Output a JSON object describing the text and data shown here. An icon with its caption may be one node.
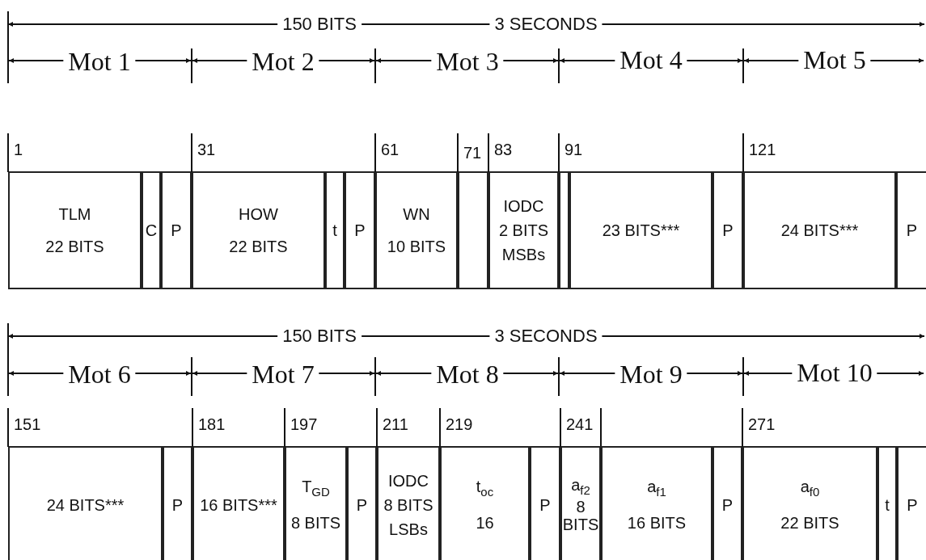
{
  "diagram": {
    "nodes": [
      {
        "text": [
          "TLM",
          "22 BITS"
        ],
        "beside": [
          "1"
        ]
      },
      {
        "text": [
          "C"
        ]
      },
      {
        "text": [
          "P"
        ]
      },
      {
        "text": [
          "HOW",
          "22 BITS"
        ],
        "beside": [
          "31"
        ]
      },
      {
        "text": [
          "t"
        ]
      },
      {
        "text": [
          "P"
        ]
      },
      {
        "text": [
          "WN",
          "10 BITS"
        ],
        "beside": [
          "61"
        ]
      },
      {
        "text": [],
        "shape": "box",
        "beside": [
          "71"
        ]
      },
      {
        "text": [
          "IODC",
          "2 BITS",
          "MSBs"
        ],
        "beside": [
          "83"
        ]
      },
      {
        "text": [],
        "shape": "box",
        "beside": [
          "91"
        ]
      },
      {
        "text": [
          "23 BITS***"
        ]
      },
      {
        "text": [
          "P"
        ]
      },
      {
        "text": [
          "24 BITS***"
        ],
        "beside": [
          "121"
        ]
      },
      {
        "text": [
          "P"
        ]
      },
      {
        "text": [
          "24 BITS***"
        ],
        "beside": [
          "151"
        ]
      },
      {
        "text": [
          "P"
        ]
      },
      {
        "text": [
          "16 BITS***"
        ],
        "beside": [
          "181"
        ]
      },
      {
        "text": [
          "T$_{GD}$",
          "8 BITS"
        ],
        "beside": [
          "197"
        ]
      },
      {
        "text": [
          "P"
        ]
      },
      {
        "text": [
          "IODC",
          "8 BITS",
          "LSBs"
        ],
        "beside": [
          "211"
        ]
      },
      {
        "text": [
          "t$_{oc}$",
          "16"
        ],
        "beside": [
          "219"
        ]
      },
      {
        "text": [
          "P"
        ]
      },
      {
        "text": [
          "a$_{f2}$",
          "8 BITS"
        ],
        "beside": [
          "241"
        ]
      },
      {
        "text": [
          "a$_{f1}$",
          "16 BITS"
        ]
      },
      {
        "text": [
          "P"
        ]
      },
      {
        "text": [
          "a$_{f0}$",
          "22 BITS"
        ],
        "beside": [
          "271"
        ]
      },
      {
        "text": [
          "t"
        ]
      },
      {
        "text": [
          "P"
        ]
      }
    ],
    "labels": [
      "150 BITS",
      "3 SECONDS",
      "Mot 1",
      "Mot 2",
      "Mot 3",
      "Mot 4",
      "Mot 5",
      "150 BITS",
      "3 SECONDS",
      "Mot 6",
      "Mot 7",
      "Mot 8",
      "Mot 9",
      "Mot 10"
    ]
  }
}
